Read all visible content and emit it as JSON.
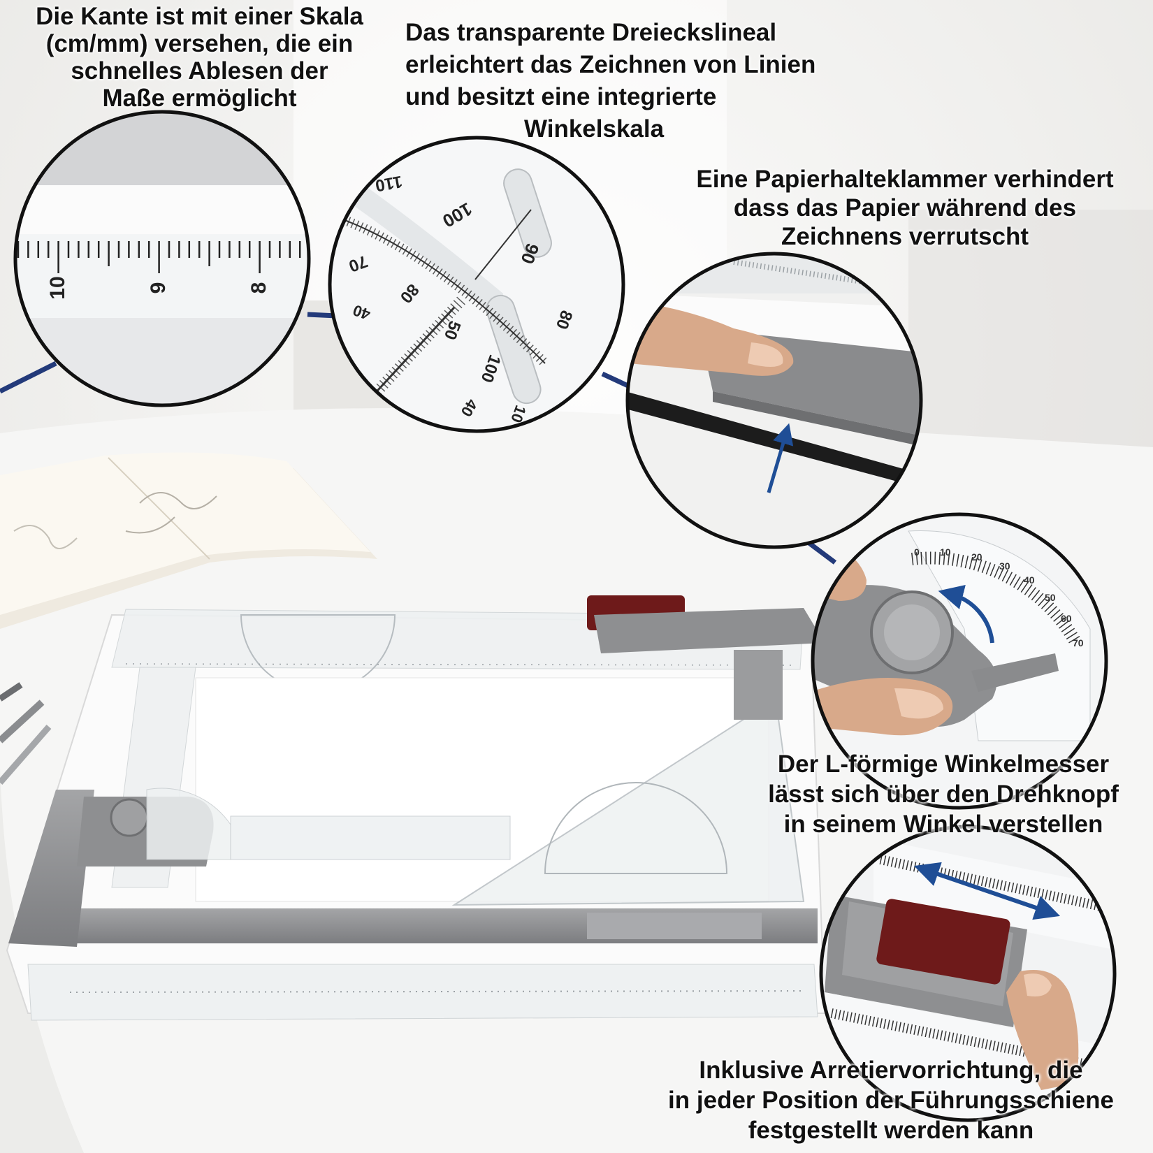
{
  "captions": {
    "edge_scale": {
      "lines": [
        "Die Kante ist mit einer Skala",
        "(cm/mm) versehen, die ein",
        "schnelles Ablesen der",
        "Maße ermöglicht"
      ]
    },
    "triangle": {
      "lines": [
        "Das transparente Dreieckslineal",
        "erleichtert das Zeichnen von Linien",
        "und besitzt eine integrierte",
        "Winkelskala"
      ]
    },
    "paper_clamp": {
      "lines": [
        "Eine Papierhalteklammer verhindert",
        "dass das Papier während des",
        "Zeichnens verrutscht"
      ]
    },
    "protractor": {
      "lines": [
        "Der L-förmige Winkelmesser",
        "lässt sich über den Drehknopf",
        "in seinem Winkel verstellen"
      ]
    },
    "lock": {
      "lines": [
        "Inklusive Arretiervorrichtung, die",
        "in jeder Position der Führungsschiene",
        "festgestellt werden kann"
      ]
    }
  },
  "zoom_ruler": {
    "tick_labels": [
      "10",
      "9",
      "8"
    ]
  },
  "zoom_triangle": {
    "scale_labels": [
      "110",
      "100",
      "90",
      "70",
      "80",
      "40",
      "50",
      "100",
      "40",
      "10",
      "80"
    ]
  },
  "zoom_protractor": {
    "scale_labels": [
      "0",
      "10",
      "20",
      "30",
      "40",
      "50",
      "60",
      "70"
    ]
  },
  "colors": {
    "plastic_grey": "#8e8f91",
    "dark_grey": "#6e6f71",
    "lock_red": "#7a1e1e",
    "arrow_blue": "#1f4e96",
    "board_white": "#fafafa",
    "leader_navy": "#233a7a"
  },
  "icons": [
    "rotation-arrow-icon",
    "push-arrow-icon",
    "double-arrow-icon"
  ]
}
